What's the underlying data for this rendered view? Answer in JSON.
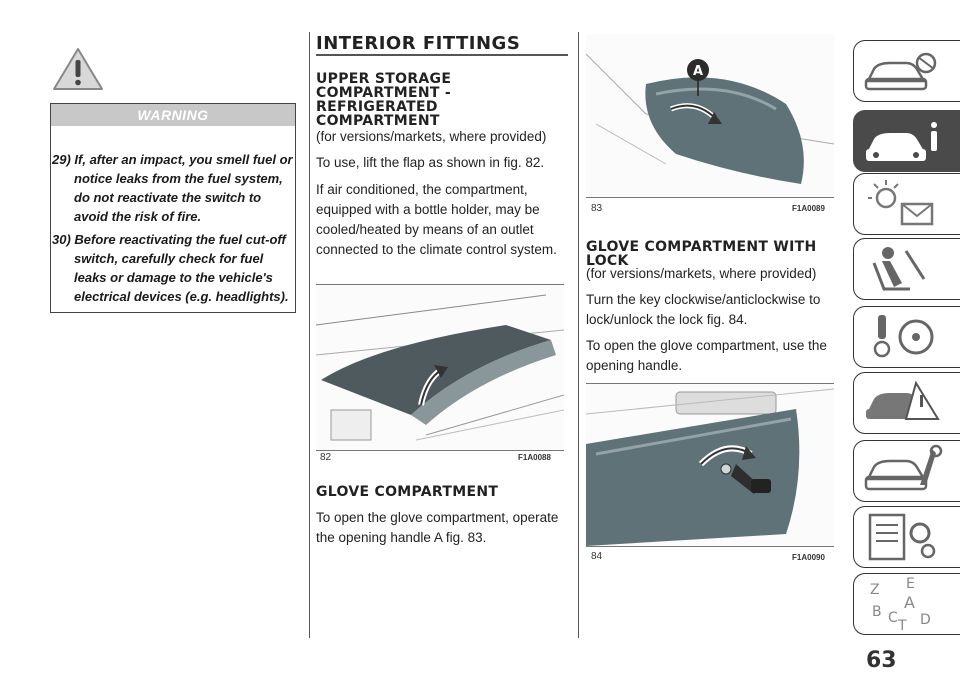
{
  "warning": {
    "title": "WARNING",
    "items": [
      "29) If, after an impact, you smell fuel or notice leaks from the fuel system, do not reactivate the switch to avoid the risk of fire.",
      "30) Before reactivating the fuel cut-off switch, carefully check for fuel leaks or damage to the vehicle's electrical devices (e.g. headlights)."
    ]
  },
  "section": {
    "title": "INTERIOR FITTINGS"
  },
  "upper_storage": {
    "heading": "UPPER STORAGE COMPARTMENT - REFRIGERATED COMPARTMENT",
    "note": "(for versions/markets, where provided)",
    "p1": "To use, lift the flap as shown in fig. 82.",
    "p2": "If air conditioned, the compartment, equipped with a bottle holder, may be cooled/heated by means of an outlet connected to the climate control system."
  },
  "figure82": {
    "number": "82",
    "code": "F1A0088"
  },
  "glove": {
    "heading": "GLOVE COMPARTMENT",
    "p1": "To open the glove compartment, operate the opening handle A fig. 83."
  },
  "figure83": {
    "number": "83",
    "code": "F1A0089",
    "label": "A"
  },
  "glove_lock": {
    "heading": "GLOVE COMPARTMENT WITH LOCK",
    "note": "(for versions/markets, where provided)",
    "p1": "Turn the key clockwise/anticlockwise to lock/unlock the lock fig. 84.",
    "p2": "To open the glove compartment, use the opening handle."
  },
  "figure84": {
    "number": "84",
    "code": "F1A0090"
  },
  "side_tabs": [
    {
      "name": "dashboard-icon"
    },
    {
      "name": "car-info-icon"
    },
    {
      "name": "lights-warning-icon"
    },
    {
      "name": "safety-seat-icon"
    },
    {
      "name": "key-steering-icon"
    },
    {
      "name": "emergency-icon"
    },
    {
      "name": "car-service-icon"
    },
    {
      "name": "specs-icon"
    },
    {
      "name": "index-icon"
    }
  ],
  "index_letters": [
    "Z",
    "E",
    "B",
    "A",
    "C",
    "T",
    "D"
  ],
  "page_number": "63",
  "colors": {
    "active_tab": "#4a4a4a",
    "figure_panel": "#5f7277"
  }
}
